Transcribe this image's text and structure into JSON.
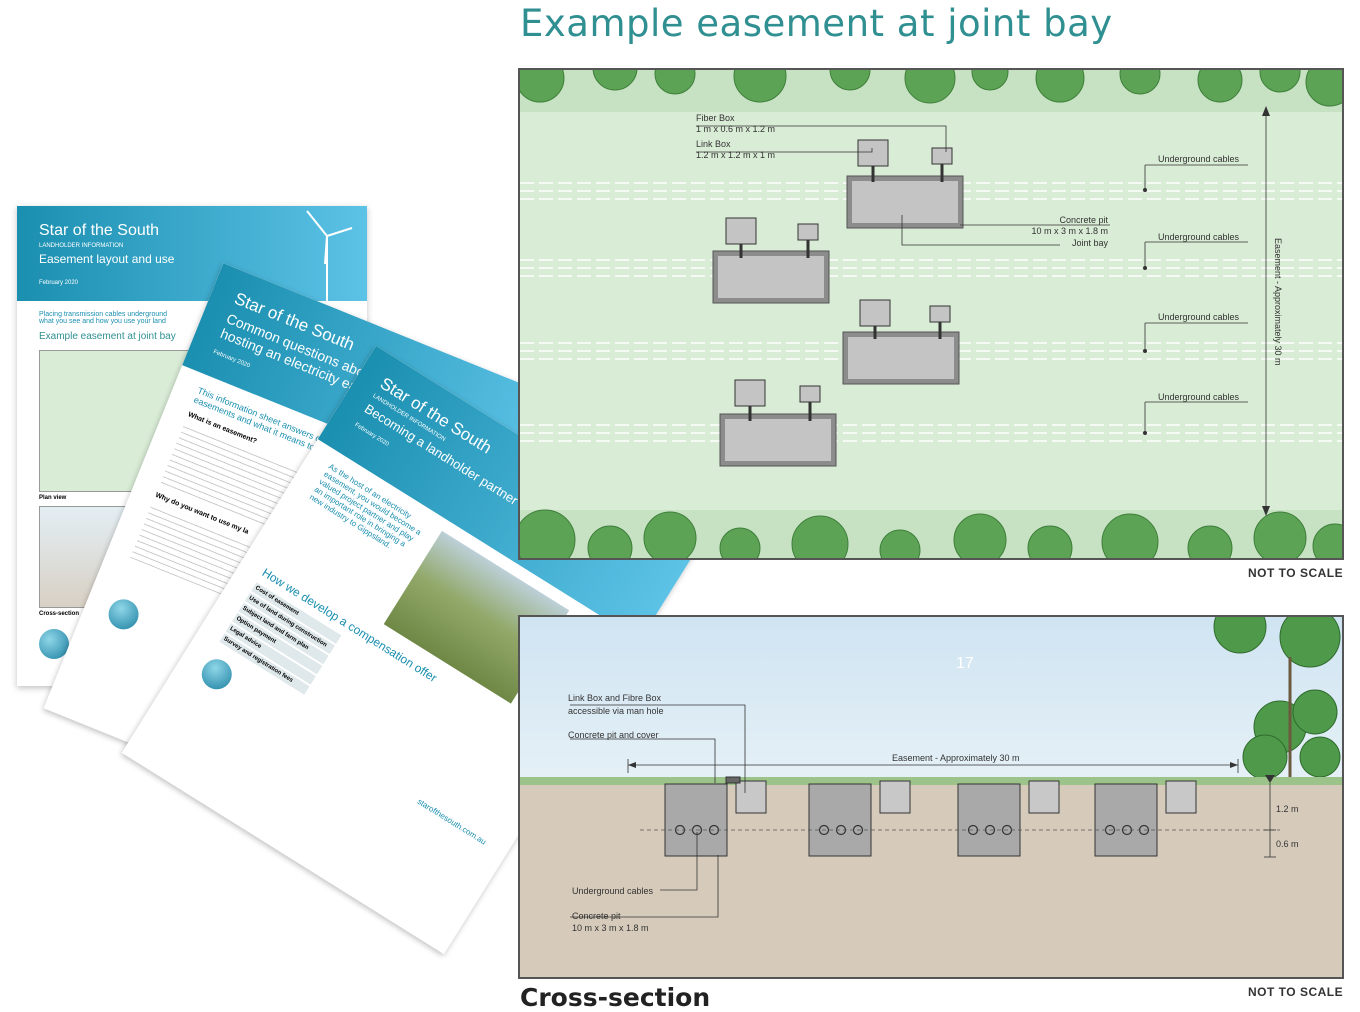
{
  "title": "Example easement at joint bay",
  "plan": {
    "fiber_box": "Fiber Box",
    "fiber_box_dims": "1 m x 0.6 m x 1.2 m",
    "link_box": "Link Box",
    "link_box_dims": "1.2 m x 1.2 m x 1 m",
    "underground_cables": "Underground cables",
    "concrete_pit": "Concrete pit",
    "concrete_pit_dims": "10 m x 3 m x 1.8 m",
    "joint_bay": "Joint bay",
    "easement_vertical": "Easement - Approximately 30 m",
    "not_to_scale": "NOT TO SCALE"
  },
  "section": {
    "boxes_label": "Link Box and Fibre Box",
    "boxes_access": "accessible via man hole",
    "pit_cover": "Concrete pit and cover",
    "easement": "Easement - Approximately 30 m",
    "depth_top": "1.2 m",
    "depth_bottom": "0.6 m",
    "underground_cables": "Underground cables",
    "concrete_pit": "Concrete pit",
    "concrete_pit_dims": "10 m x 3 m x 1.8 m",
    "not_to_scale": "NOT TO SCALE",
    "label": "Cross-section",
    "page_number": "17"
  },
  "docs": {
    "doc1": {
      "brand": "Star of the South",
      "sub": "LANDHOLDER INFORMATION",
      "heading": "Easement layout and use",
      "date": "February 2020",
      "intro": "Placing transmission cables underground",
      "intro2": "what you see and how you use your land",
      "section_title": "Example easement at joint bay",
      "plan_view": "Plan view",
      "cross_section": "Cross-section"
    },
    "doc2": {
      "brand": "Star of the South",
      "heading1": "Common questions about",
      "heading2": "hosting an electricity ea",
      "date": "February 2020",
      "lead": "This information sheet answers q",
      "lead2": "easements and what it means to",
      "q1": "What is an easement?",
      "q2": "Why do you want to use my la"
    },
    "doc3": {
      "brand": "Star of the South",
      "sub": "LANDHOLDER INFORMATION",
      "heading": "Becoming a landholder partner",
      "date": "February 2020",
      "lead": "As the host of an electricity easement, you would become a valued project partner and play an important role in bringing a new industry to Gippsland.",
      "section": "How we develop a compensation offer",
      "url": "starofthesouth.com.au",
      "rows": [
        "Cost of easement",
        "Use of land during construction",
        "Subject land and farm plan",
        "Option payment",
        "Legal advice",
        "Survey and registration fees"
      ]
    }
  },
  "colors": {
    "accent": "#2f8f91",
    "header": "#1b8fb0"
  }
}
